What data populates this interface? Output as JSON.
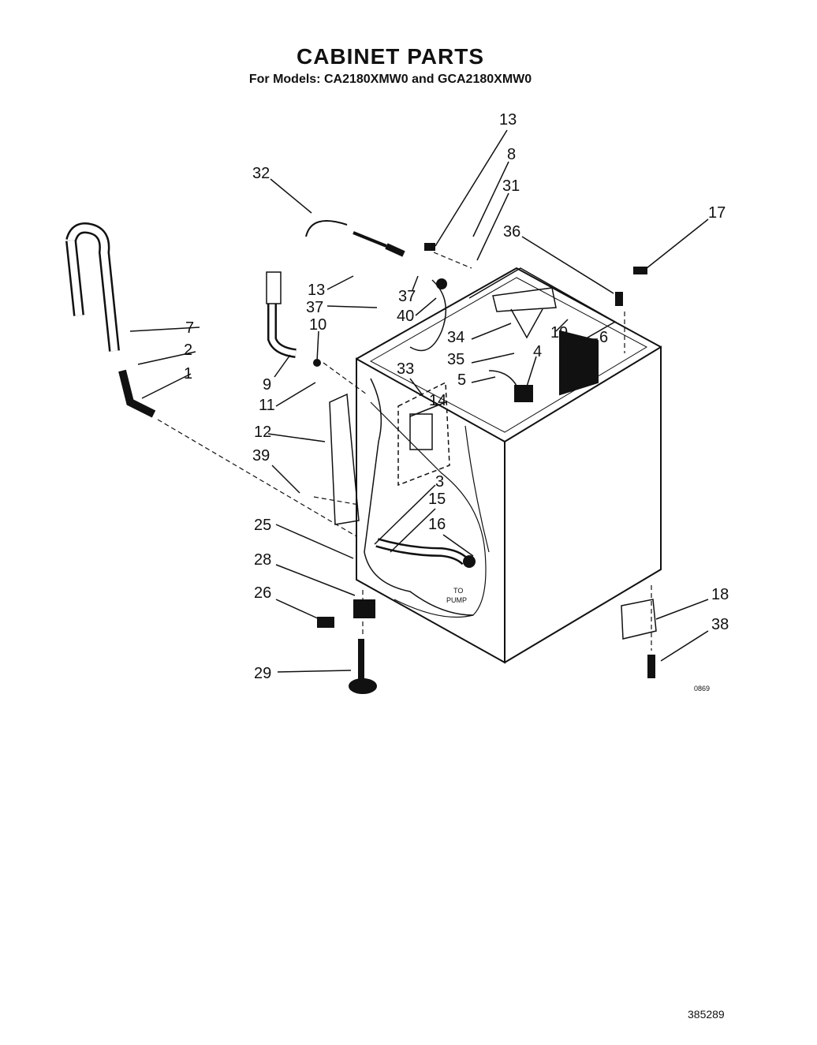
{
  "header": {
    "title": "CABINET PARTS",
    "subtitle": "For Models: CA2180XMW0 and GCA2180XMW0"
  },
  "callouts": [
    "13",
    "8",
    "31",
    "32",
    "17",
    "36",
    "13",
    "37",
    "37",
    "40",
    "10",
    "7",
    "2",
    "1",
    "34",
    "19",
    "6",
    "35",
    "4",
    "9",
    "33",
    "14",
    "5",
    "11",
    "12",
    "39",
    "3",
    "15",
    "16",
    "25",
    "28",
    "26",
    "18",
    "38",
    "29"
  ],
  "annotations": {
    "to_pump_1": "TO",
    "to_pump_2": "PUMP",
    "diagram_code": "0869",
    "page_number": "385289"
  }
}
